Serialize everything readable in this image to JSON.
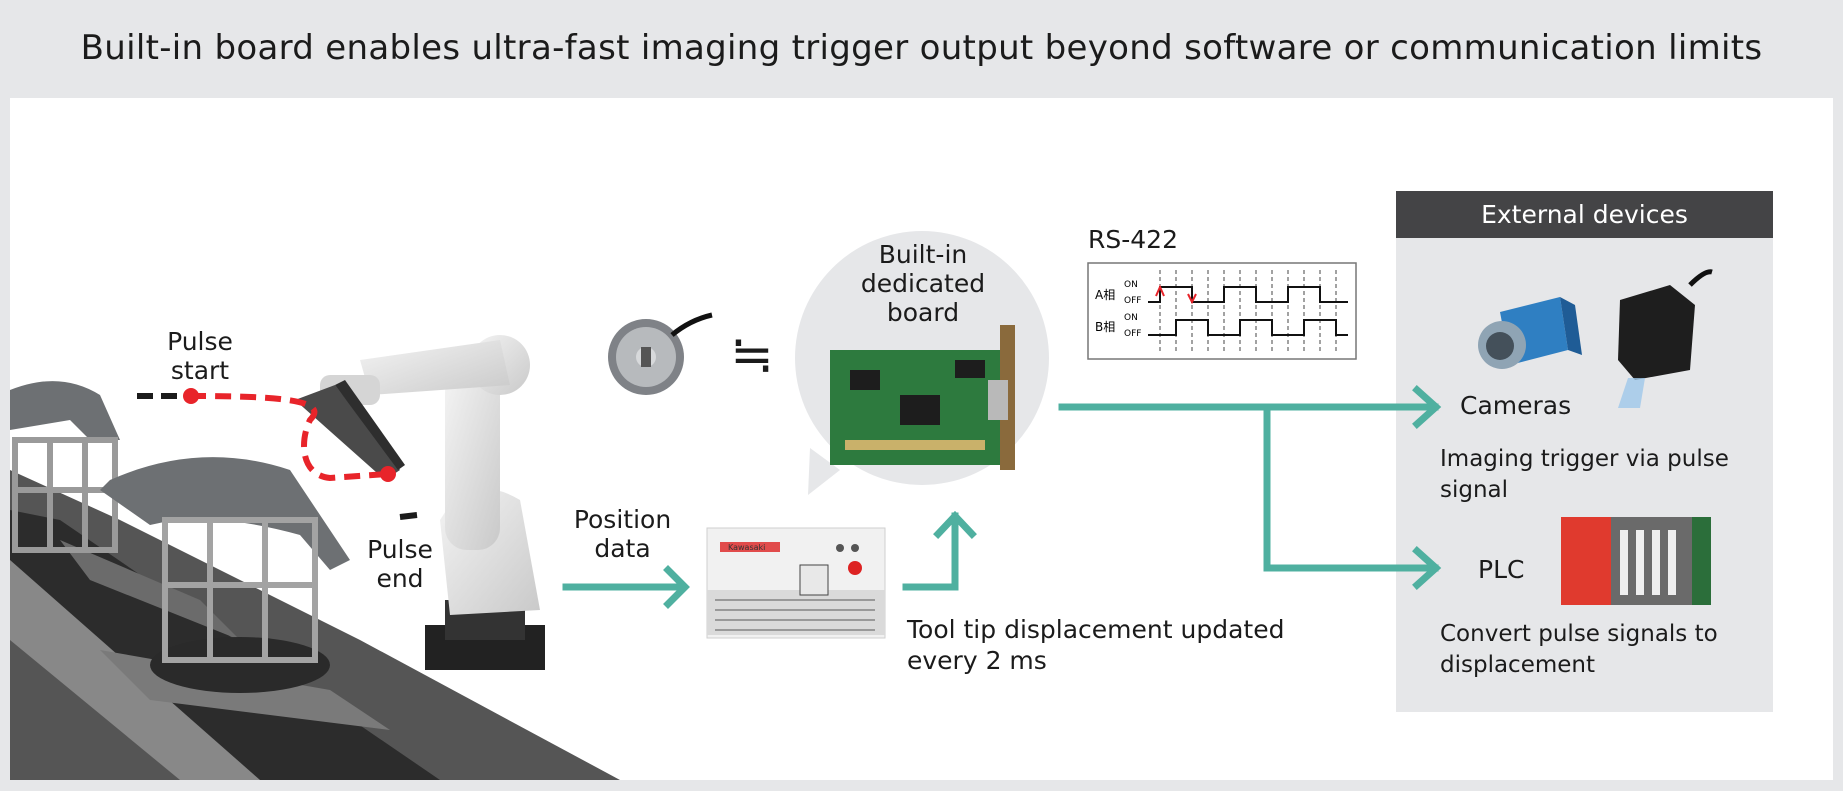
{
  "title": "Built-in board enables ultra-fast imaging trigger output beyond software or communication limits",
  "labels": {
    "pulse_start": "Pulse start",
    "pulse_end": "Pulse end",
    "position_data": "Position data",
    "builtin_board": "Built-in dedicated board",
    "tool_tip": "Tool tip displacement updated every 2 ms",
    "rs422": "RS-422",
    "approx_symbol": "≒"
  },
  "signal": {
    "phase_a": "A相",
    "phase_b": "B相",
    "on": "ON",
    "off": "OFF"
  },
  "external": {
    "header": "External devices",
    "cameras": "Cameras",
    "cameras_desc": "Imaging trigger via pulse signal",
    "plc": "PLC",
    "plc_desc": "Convert pulse signals to displacement"
  },
  "controller_brand": "Kawasaki",
  "colors": {
    "teal": "#4fb0a0",
    "pulse_red": "#e8242a",
    "header_dark": "#444446",
    "background": "#e6e7e9"
  }
}
